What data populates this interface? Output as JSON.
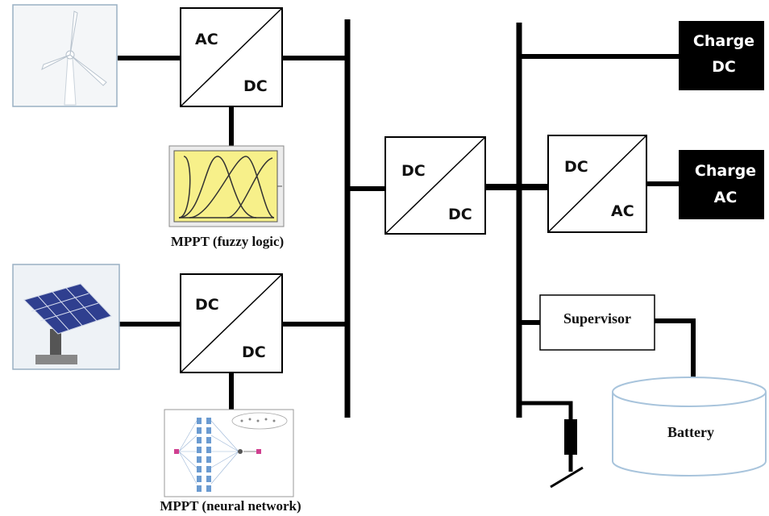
{
  "converters": {
    "wind": {
      "top": "AC",
      "bottom": "DC"
    },
    "pv": {
      "top": "DC",
      "bottom": "DC"
    },
    "central": {
      "top": "DC",
      "bottom": "DC"
    },
    "inverter": {
      "top": "DC",
      "bottom": "AC"
    }
  },
  "charges": {
    "dc": {
      "line1": "Charge",
      "line2": "DC"
    },
    "ac": {
      "line1": "Charge",
      "line2": "AC"
    }
  },
  "mppt": {
    "fuzzy_label": "MPPT (fuzzy logic)",
    "neural_label": "MPPT (neural network)"
  },
  "supervisor_label": "Supervisor",
  "battery_label": "Battery",
  "colors": {
    "line": "#000000",
    "fuzzy_fill": "#f7f08a",
    "charge_fill": "#000000",
    "panel_blue": "#2f3f8f"
  }
}
